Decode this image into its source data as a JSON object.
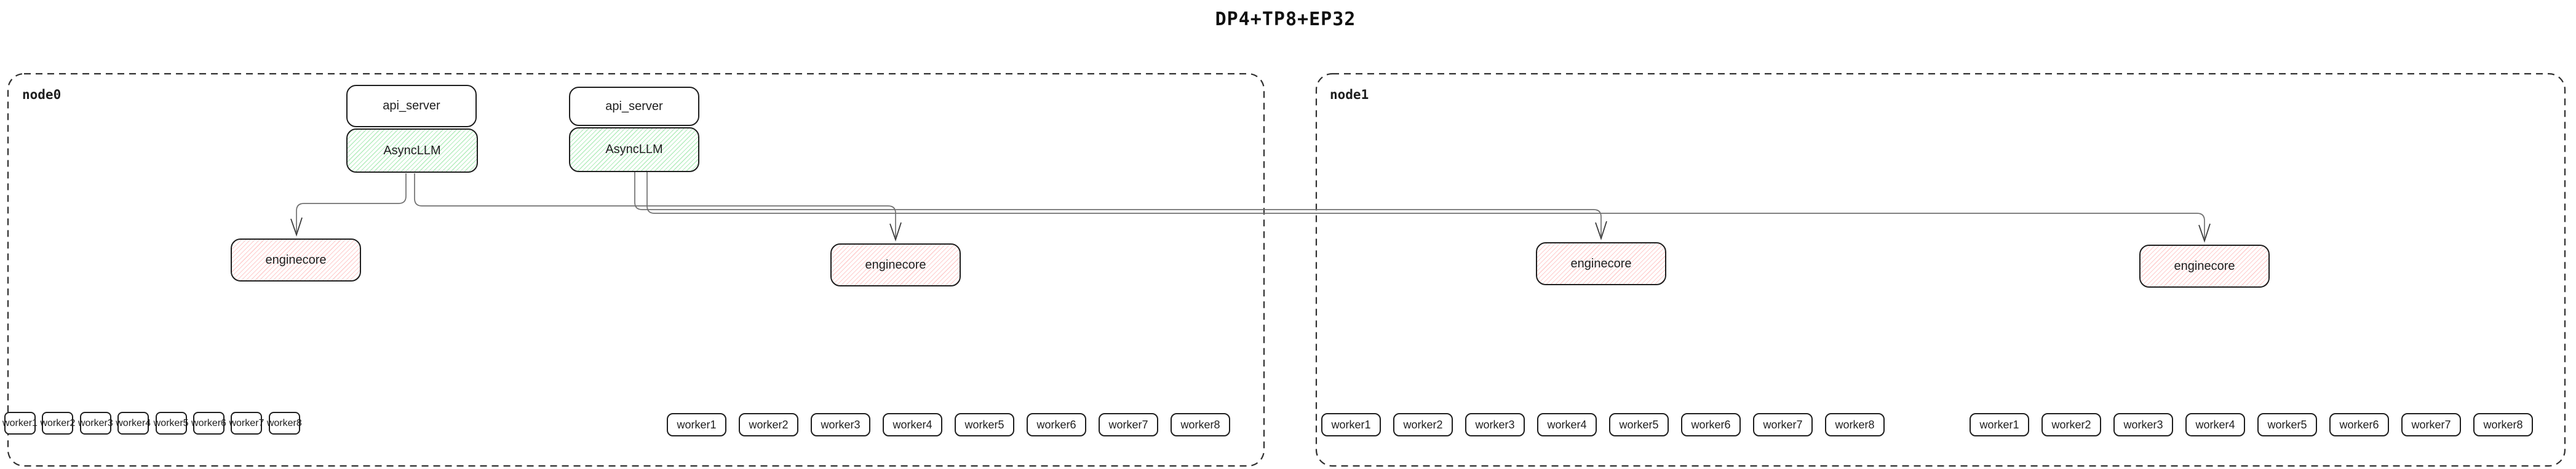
{
  "title": "DP4+TP8+EP32",
  "colors": {
    "box_border": "#1e1e1e",
    "node_border": "#2f2f2f",
    "connector": "#707070",
    "arrowhead": "#3a3a3a",
    "green_hatch": "#69db7c",
    "red_hatch": "#ff8787"
  },
  "nodes": [
    {
      "label": "node0",
      "api_servers": [
        "api_server",
        "api_server"
      ],
      "asyncllms": [
        "AsyncLLM",
        "AsyncLLM"
      ],
      "enginecores": [
        "enginecore",
        "enginecore"
      ],
      "worker_groups": [
        [
          "worker1",
          "worker2",
          "worker3",
          "worker4",
          "worker5",
          "worker6",
          "worker7",
          "worker8"
        ],
        [
          "worker1",
          "worker2",
          "worker3",
          "worker4",
          "worker5",
          "worker6",
          "worker7",
          "worker8"
        ]
      ]
    },
    {
      "label": "node1",
      "enginecores": [
        "enginecore",
        "enginecore"
      ],
      "worker_groups": [
        [
          "worker1",
          "worker2",
          "worker3",
          "worker4",
          "worker5",
          "worker6",
          "worker7",
          "worker8"
        ],
        [
          "worker1",
          "worker2",
          "worker3",
          "worker4",
          "worker5",
          "worker6",
          "worker7",
          "worker8"
        ]
      ]
    }
  ],
  "edges": [
    {
      "from": "AsyncLLM-1",
      "to": "enginecore-1"
    },
    {
      "from": "AsyncLLM-1",
      "to": "enginecore-2"
    },
    {
      "from": "AsyncLLM-2",
      "to": "enginecore-3"
    },
    {
      "from": "AsyncLLM-2",
      "to": "enginecore-4"
    }
  ]
}
